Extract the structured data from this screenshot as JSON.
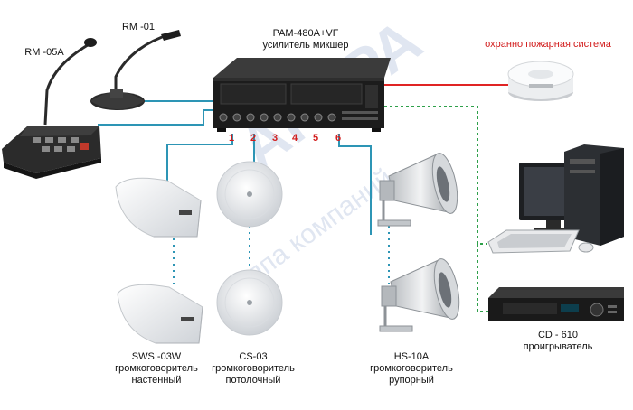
{
  "watermark": {
    "brand": "АГОРА",
    "sub": "группа компаний"
  },
  "devices": {
    "rm05a": {
      "name": "RM -05A"
    },
    "rm01": {
      "name": "RM -01"
    },
    "amplifier": {
      "name": "PAM-480A+VF",
      "desc": "усилитель микшер"
    },
    "fire": {
      "desc": "охранно пожарная система"
    },
    "sws03w": {
      "name": "SWS -03W",
      "line1": "громкоговоритель",
      "line2": "настенный"
    },
    "cs03": {
      "name": "CS-03",
      "line1": "громкоговоритель",
      "line2": "потолочный"
    },
    "hs10a": {
      "name": "HS-10A",
      "line1": "громкоговоритель",
      "line2": "рупорный"
    },
    "cd610": {
      "name": "CD - 610",
      "line1": "проигрыватель"
    }
  },
  "zones": [
    "1",
    "2",
    "3",
    "4",
    "5",
    "6"
  ],
  "colors": {
    "line": "#2d95b5",
    "fire_line": "#e02424",
    "computer_line": "#2ea04a",
    "zone_label": "#d21c1c"
  }
}
